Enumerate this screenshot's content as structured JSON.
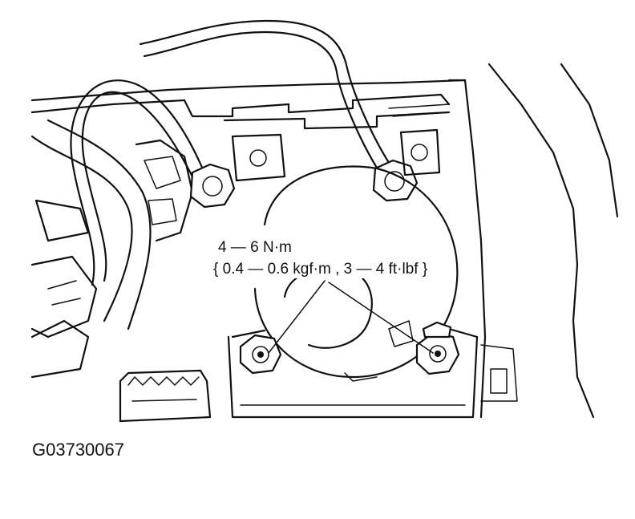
{
  "torque_spec": {
    "line1": "4 — 6 N·m",
    "line2": "{ 0.4 — 0.6 kgf·m , 3 — 4 ft·lbf }"
  },
  "figure_id": "G03730067"
}
